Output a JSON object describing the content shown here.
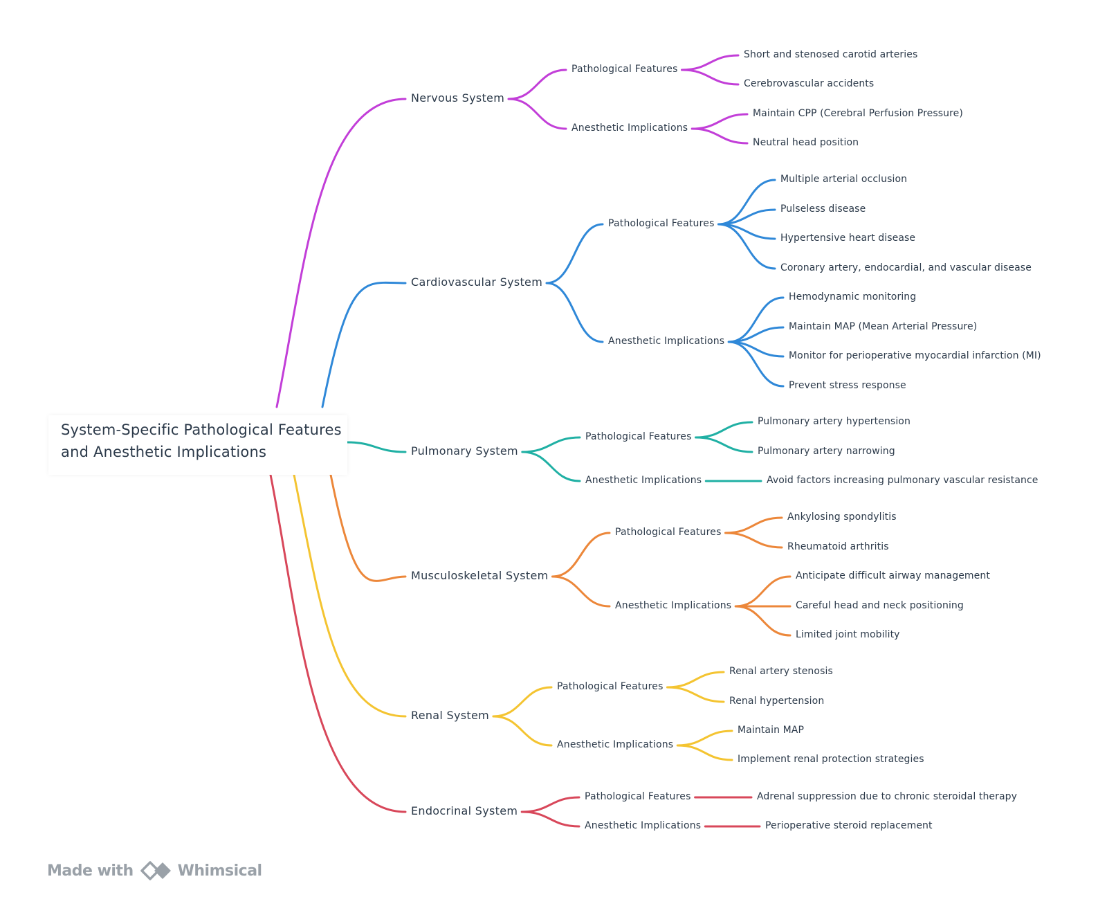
{
  "root": {
    "line1": "System-Specific Pathological Features",
    "line2": "and Anesthetic Implications"
  },
  "footer": {
    "made_with": "Made with",
    "brand": "Whimsical"
  },
  "colors": {
    "nervous": "#c23ed8",
    "cardiovascular": "#2f88d8",
    "pulmonary": "#20b0a4",
    "musculoskeletal": "#ec873a",
    "renal": "#f4c431",
    "endocrinal": "#d8475a",
    "text": "#2c3a4a",
    "footer": "#9aa1a8"
  },
  "systems": [
    {
      "label": "Nervous System",
      "color_key": "nervous",
      "branches": [
        {
          "label": "Pathological Features",
          "items": [
            "Short and stenosed carotid arteries",
            "Cerebrovascular accidents"
          ]
        },
        {
          "label": "Anesthetic Implications",
          "items": [
            "Maintain CPP (Cerebral Perfusion Pressure)",
            "Neutral head position"
          ]
        }
      ]
    },
    {
      "label": "Cardiovascular System",
      "color_key": "cardiovascular",
      "branches": [
        {
          "label": "Pathological Features",
          "items": [
            "Multiple arterial occlusion",
            "Pulseless disease",
            "Hypertensive heart disease",
            "Coronary artery, endocardial, and vascular disease"
          ]
        },
        {
          "label": "Anesthetic Implications",
          "items": [
            "Hemodynamic monitoring",
            "Maintain MAP (Mean Arterial Pressure)",
            "Monitor for perioperative myocardial infarction (MI)",
            "Prevent stress response"
          ]
        }
      ]
    },
    {
      "label": "Pulmonary System",
      "color_key": "pulmonary",
      "branches": [
        {
          "label": "Pathological Features",
          "items": [
            "Pulmonary artery hypertension",
            "Pulmonary artery narrowing"
          ]
        },
        {
          "label": "Anesthetic Implications",
          "items": [
            "Avoid factors increasing pulmonary vascular resistance"
          ]
        }
      ]
    },
    {
      "label": "Musculoskeletal System",
      "color_key": "musculoskeletal",
      "branches": [
        {
          "label": "Pathological Features",
          "items": [
            "Ankylosing spondylitis",
            "Rheumatoid arthritis"
          ]
        },
        {
          "label": "Anesthetic Implications",
          "items": [
            "Anticipate difficult airway management",
            "Careful head and neck positioning",
            "Limited joint mobility"
          ]
        }
      ]
    },
    {
      "label": "Renal System",
      "color_key": "renal",
      "branches": [
        {
          "label": "Pathological Features",
          "items": [
            "Renal artery stenosis",
            "Renal hypertension"
          ]
        },
        {
          "label": "Anesthetic Implications",
          "items": [
            "Maintain MAP",
            "Implement renal protection strategies"
          ]
        }
      ]
    },
    {
      "label": "Endocrinal System",
      "color_key": "endocrinal",
      "branches": [
        {
          "label": "Pathological Features",
          "items": [
            "Adrenal suppression due to chronic steroidal therapy"
          ]
        },
        {
          "label": "Anesthetic Implications",
          "items": [
            "Perioperative steroid replacement"
          ]
        }
      ]
    }
  ]
}
